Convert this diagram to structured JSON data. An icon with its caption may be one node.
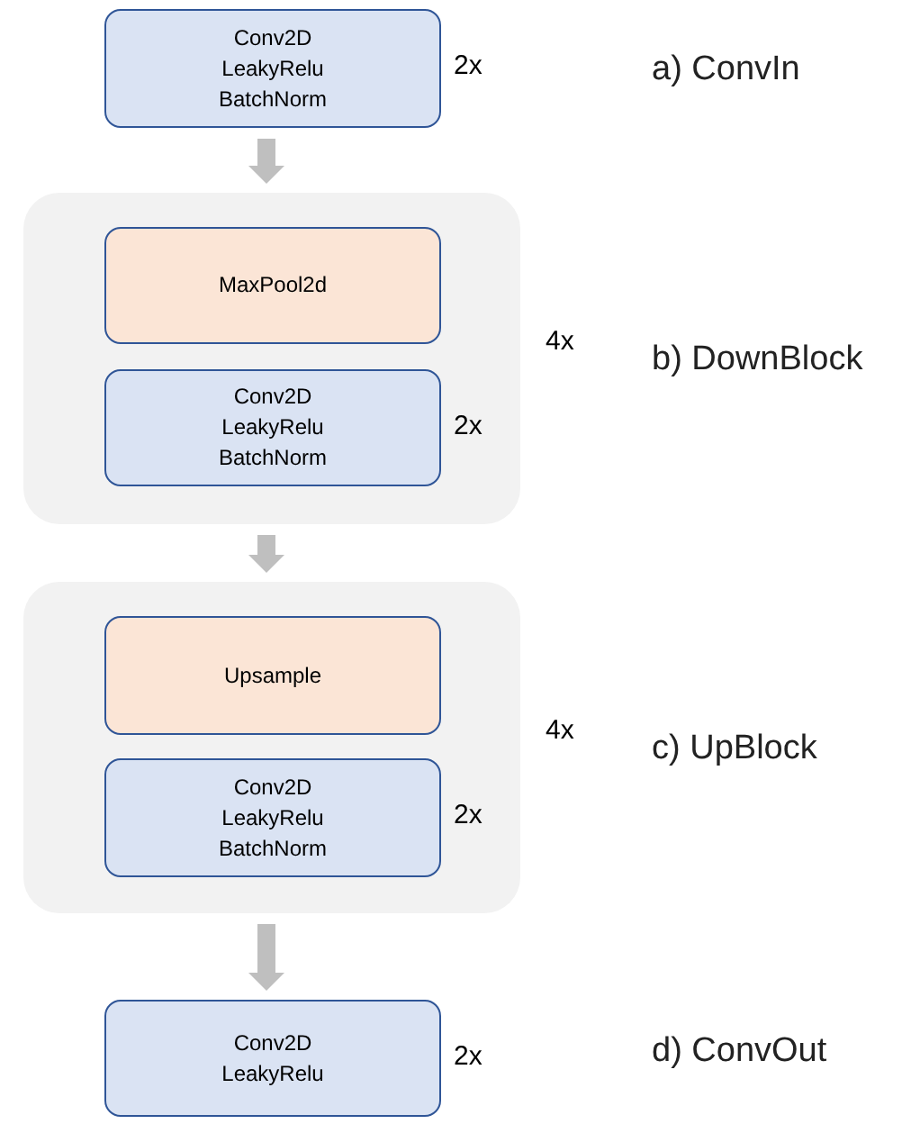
{
  "diagram": {
    "nodes": [
      {
        "text": [
          "Conv2D LeakyRelu BatchNorm"
        ],
        "beside": [
          "2x"
        ]
      },
      {
        "text": [],
        "shape": "box",
        "beside": [
          "4x"
        ]
      },
      {
        "text": [
          "MaxPool2d"
        ],
        "in": 1
      },
      {
        "text": [
          "Conv2D LeakyRelu BatchNorm"
        ],
        "in": 1,
        "beside": [
          "2x"
        ]
      },
      {
        "text": [],
        "shape": "box",
        "beside": [
          "4x"
        ]
      },
      {
        "text": [
          "Upsample"
        ],
        "in": 4
      },
      {
        "text": [
          "Conv2D LeakyRelu BatchNorm"
        ],
        "in": 4,
        "beside": [
          "2x"
        ]
      },
      {
        "text": [
          "Conv2D LeakyRelu"
        ],
        "beside": [
          "2x"
        ]
      }
    ],
    "edges": [
      {
        "from": 0,
        "to": 1,
        "arrow": "to"
      },
      {
        "from": 1,
        "to": 4,
        "arrow": "to"
      },
      {
        "from": 4,
        "to": 7,
        "arrow": "to"
      }
    ],
    "labels": [
      "a) ConvIn",
      "b) DownBlock",
      "c) UpBlock",
      "d) ConvOut"
    ]
  }
}
